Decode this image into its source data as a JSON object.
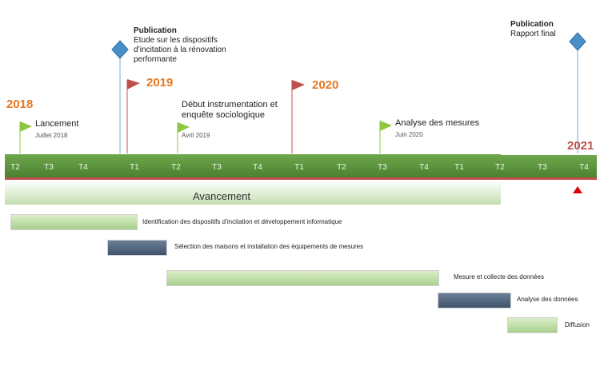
{
  "years": {
    "y2018": "2018",
    "y2019": "2019",
    "y2020": "2020",
    "y2021": "2021"
  },
  "milestones": [
    {
      "title": "Lancement",
      "sub": "Juillet 2018"
    },
    {
      "title": "Début instrumentation et enquête sociologique",
      "sub": "Avril 2019"
    },
    {
      "title": "Analyse des mesures",
      "sub": "Juin  2020"
    }
  ],
  "publications": [
    {
      "head": "Publication",
      "body": "Etude sur les dispositifs d’incitation à la rénovation performante"
    },
    {
      "head": "Publication",
      "body": "Rapport final"
    }
  ],
  "quarters": [
    "T2",
    "T3",
    "T4",
    "T1",
    "T2",
    "T3",
    "T4",
    "T1",
    "T2",
    "T3",
    "T4",
    "T1",
    "T2",
    "T3",
    "T4"
  ],
  "progress_label": "Avancement",
  "tasks": [
    {
      "label": "Identification des dispositifs  d’incitation et développement informatique",
      "style": "green"
    },
    {
      "label": "Sélection des maisons et installation des équipements de mesures",
      "style": "dark"
    },
    {
      "label": "Mesure et collecte des données",
      "style": "green"
    },
    {
      "label": "Analyse des données",
      "style": "dark"
    },
    {
      "label": "Diffusion",
      "style": "green"
    }
  ],
  "colors": {
    "year": "#E87722",
    "timeline": "#4a7f2f",
    "flag_green": "#8dc63f",
    "flag_red": "#C0504D",
    "diamond": "#4a90c8"
  }
}
